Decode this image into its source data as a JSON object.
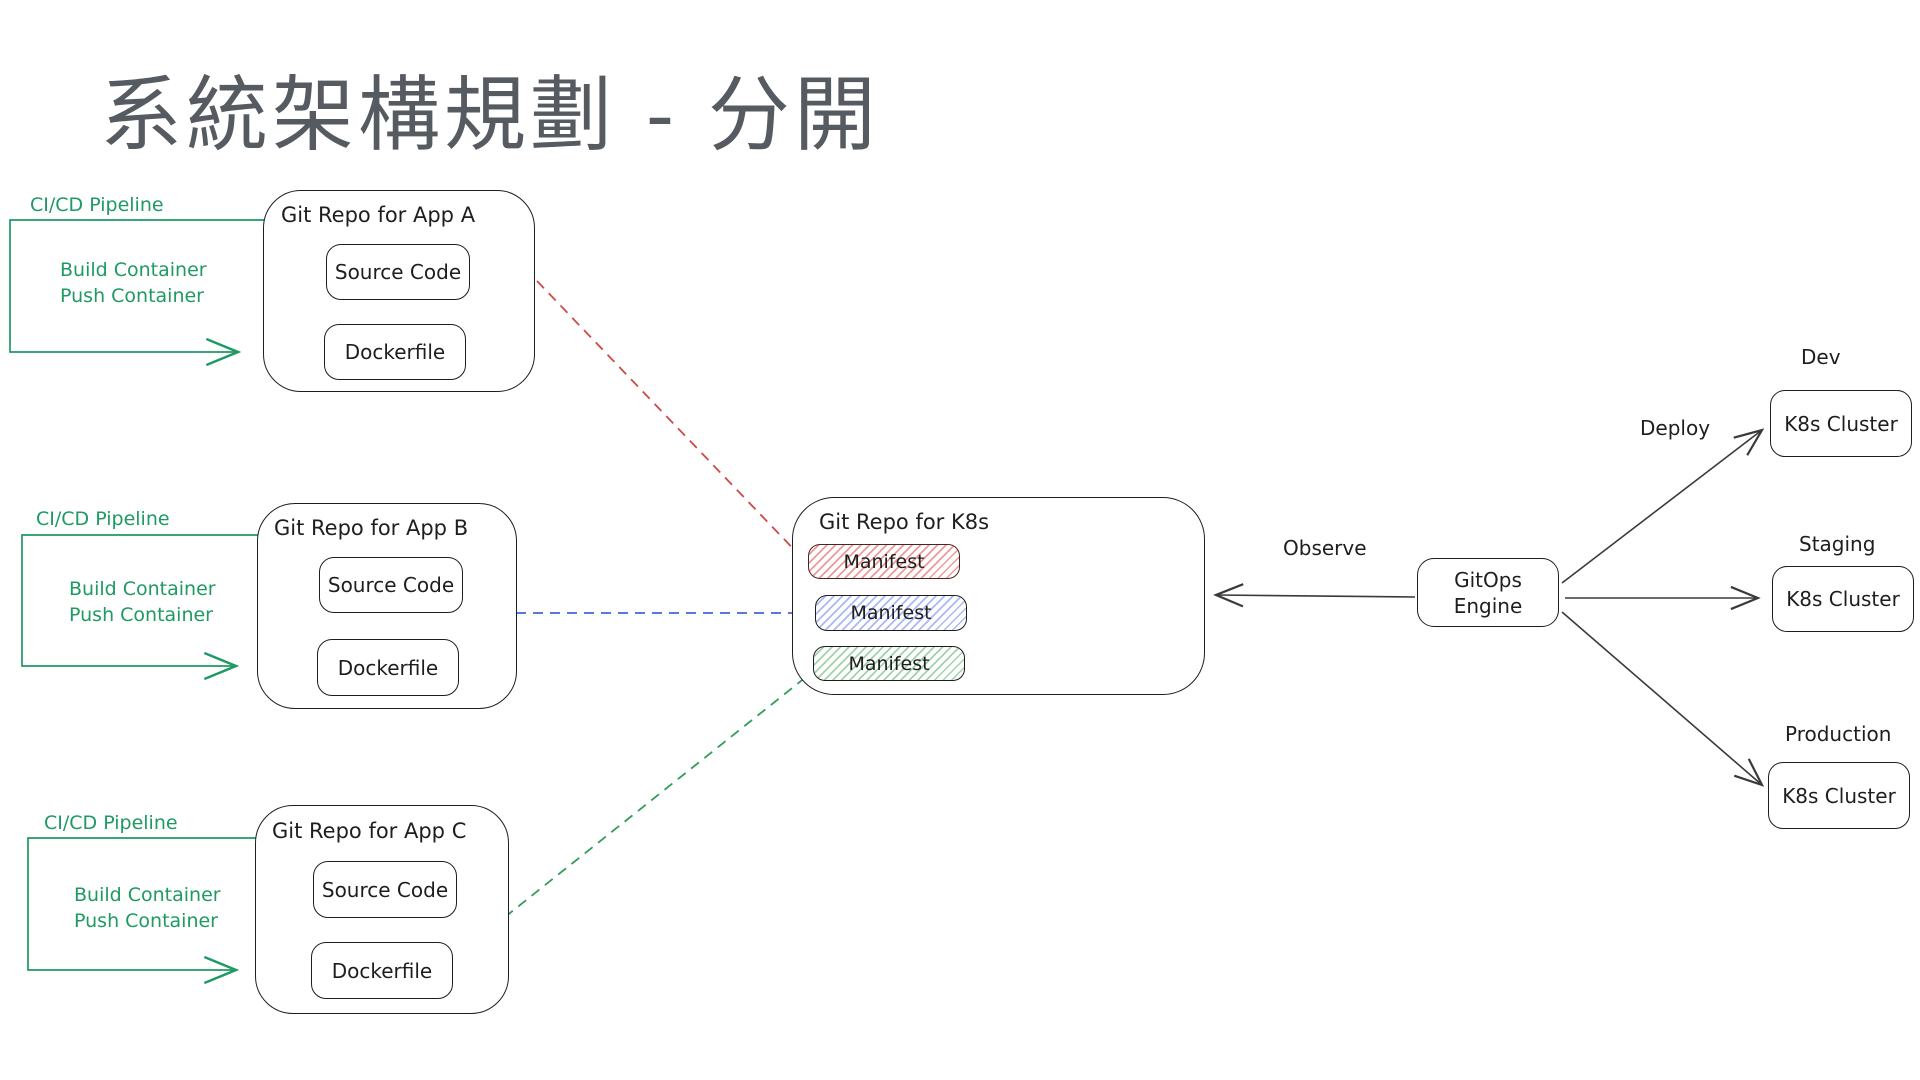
{
  "title": "系統架構規劃 - 分開",
  "colors": {
    "ink": "#1e1e1e",
    "pipeline_green": "#1e9a62",
    "dashed_red": "#cc4b45",
    "dashed_blue": "#4565d0",
    "dashed_green": "#2f9e5a",
    "title_gray": "#565b62",
    "manifest_red_hatch": "#e03131",
    "manifest_blue_hatch": "#4263eb",
    "manifest_green_hatch": "#2f9e44"
  },
  "pipelines": [
    {
      "label": "CI/CD Pipeline",
      "steps": [
        "Build Container",
        "Push Container"
      ]
    },
    {
      "label": "CI/CD Pipeline",
      "steps": [
        "Build Container",
        "Push Container"
      ]
    },
    {
      "label": "CI/CD Pipeline",
      "steps": [
        "Build Container",
        "Push Container"
      ]
    }
  ],
  "app_repos": [
    {
      "title": "Git Repo for App A",
      "source": "Source Code",
      "dockerfile": "Dockerfile"
    },
    {
      "title": "Git Repo for App B",
      "source": "Source Code",
      "dockerfile": "Dockerfile"
    },
    {
      "title": "Git Repo for App C",
      "source": "Source Code",
      "dockerfile": "Dockerfile"
    }
  ],
  "k8s_repo": {
    "title": "Git Repo for K8s",
    "manifests": [
      {
        "label": "Manifest",
        "color": "red"
      },
      {
        "label": "Manifest",
        "color": "blue"
      },
      {
        "label": "Manifest",
        "color": "green"
      }
    ]
  },
  "gitops_engine": {
    "line1": "GitOps",
    "line2": "Engine"
  },
  "annotations": {
    "observe": "Observe",
    "deploy": "Deploy"
  },
  "environments": [
    {
      "name": "Dev",
      "cluster": "K8s Cluster"
    },
    {
      "name": "Staging",
      "cluster": "K8s Cluster"
    },
    {
      "name": "Production",
      "cluster": "K8s Cluster"
    }
  ]
}
